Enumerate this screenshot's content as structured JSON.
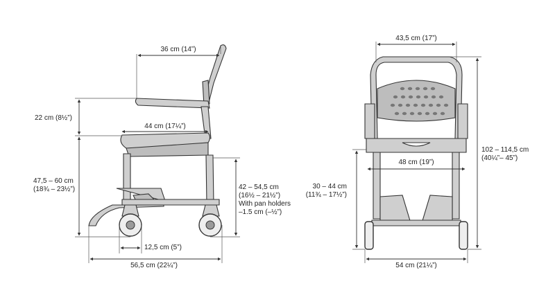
{
  "side_view": {
    "backrest_depth": "36 cm (14”)",
    "armrest_height": "22 cm (8½”)",
    "seat_depth": "44 cm (17¼”)",
    "seat_height_line1": "47,5 – 60 cm",
    "seat_height_line2": "(18¾ – 23½”)",
    "pan_height_line1": "42 – 54,5 cm",
    "pan_height_line2": "(16½ – 21½”)",
    "pan_height_line3": "With pan holders",
    "pan_height_line4": "–1.5 cm (–½”)",
    "wheel_size": "12,5 cm (5”)",
    "overall_length": "56,5 cm (22¼”)"
  },
  "front_view": {
    "backrest_width": "43,5 cm (17”)",
    "total_height_line1": "102 – 114,5 cm",
    "total_height_line2": "(40¼”– 45”)",
    "seat_width": "48 cm (19”)",
    "leg_height_line1": "30 – 44 cm",
    "leg_height_line2": "(11¾ – 17½”)",
    "overall_width": "54 cm (21¼”)"
  }
}
